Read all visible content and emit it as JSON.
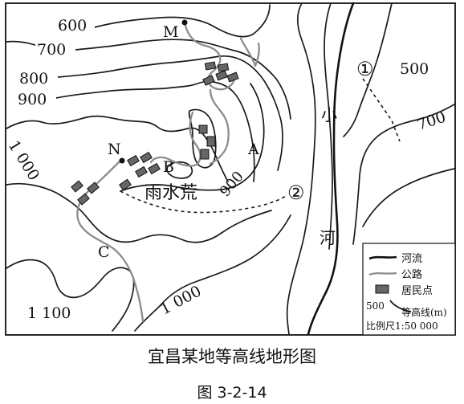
{
  "map": {
    "contour_labels": {
      "c600": "600",
      "c700": "700",
      "c800": "800",
      "c900": "900",
      "c1000_left": "1 000",
      "c1100": "1 100",
      "c1000_bottom": "1 000",
      "c900_inner": "900",
      "c500": "500",
      "c700_right": "700"
    },
    "points": {
      "M": "M",
      "N": "N",
      "A": "A",
      "B": "B",
      "C": "C"
    },
    "markers": {
      "m1": "①",
      "m2": "②"
    },
    "river_name": [
      "小",
      "河"
    ],
    "place_name": "雨水荒"
  },
  "legend": {
    "river": "河流",
    "road": "公路",
    "settlement": "居民点",
    "contour_value": "500",
    "contour": "等高线(m)",
    "scale": "比例尺1:50 000"
  },
  "title": "宜昌某地等高线地形图",
  "figure_number": "图 3-2-14"
}
